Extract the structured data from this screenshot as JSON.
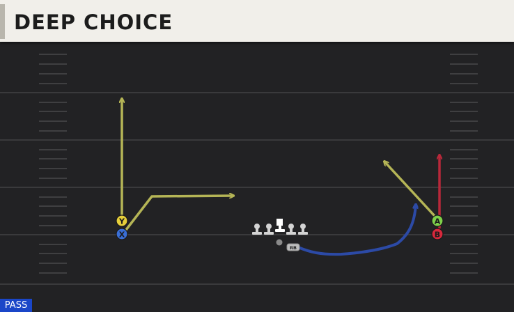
{
  "play": {
    "title": "DEEP CHOICE",
    "type_tag": "PASS"
  },
  "players": {
    "y": {
      "label": "Y",
      "color": "#e6cf3a"
    },
    "x": {
      "label": "X",
      "color": "#3a6fd6"
    },
    "a": {
      "label": "A",
      "color": "#7fd04a"
    },
    "b": {
      "label": "B",
      "color": "#d8283c"
    },
    "rb": {
      "label": "RB"
    }
  },
  "routes": {
    "primary_color": "#b5b556",
    "secondary_color": "#b5b556",
    "streak_color": "#b8283a",
    "rb_color": "#2c4aa6"
  },
  "colors": {
    "field": "#222224",
    "yard_line": "#3a3a3c",
    "hash": "#3f3f41",
    "lineman": "#d4d4d4",
    "center": "#ffffff",
    "tag_bg": "#1a46c8"
  }
}
